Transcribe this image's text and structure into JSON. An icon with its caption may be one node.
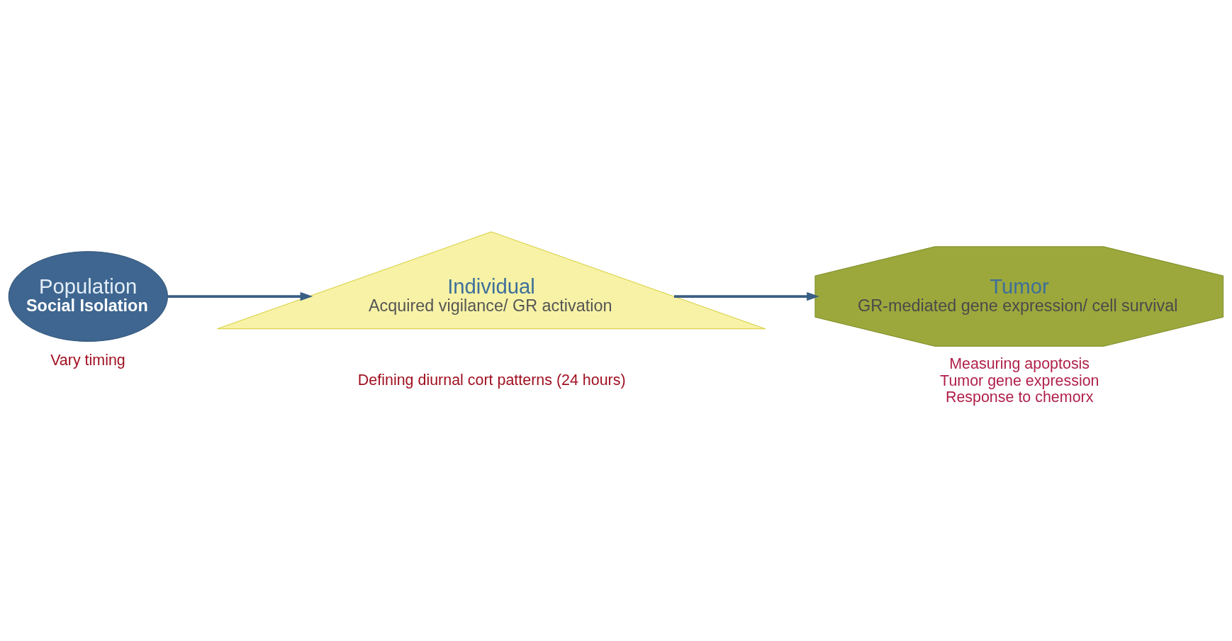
{
  "diagram": {
    "nodes": [
      {
        "text": [
          "Population",
          "Social Isolation"
        ],
        "beside": [
          "Vary timing"
        ]
      },
      {
        "text": [
          "Individual",
          "Acquired vigilance/ GR activation"
        ],
        "beside": [
          "Defining diurnal cort patterns (24 hours)"
        ]
      },
      {
        "text": [
          "Tumor",
          "GR-mediated gene expression/ cell survival"
        ],
        "beside": [
          "Measuring apoptosis",
          "Tumor gene expression",
          "Response to chemorx"
        ]
      }
    ],
    "edges": [
      {
        "from": 0,
        "to": 1,
        "arrow": "to"
      },
      {
        "from": 1,
        "to": 2,
        "arrow": "to"
      }
    ]
  }
}
